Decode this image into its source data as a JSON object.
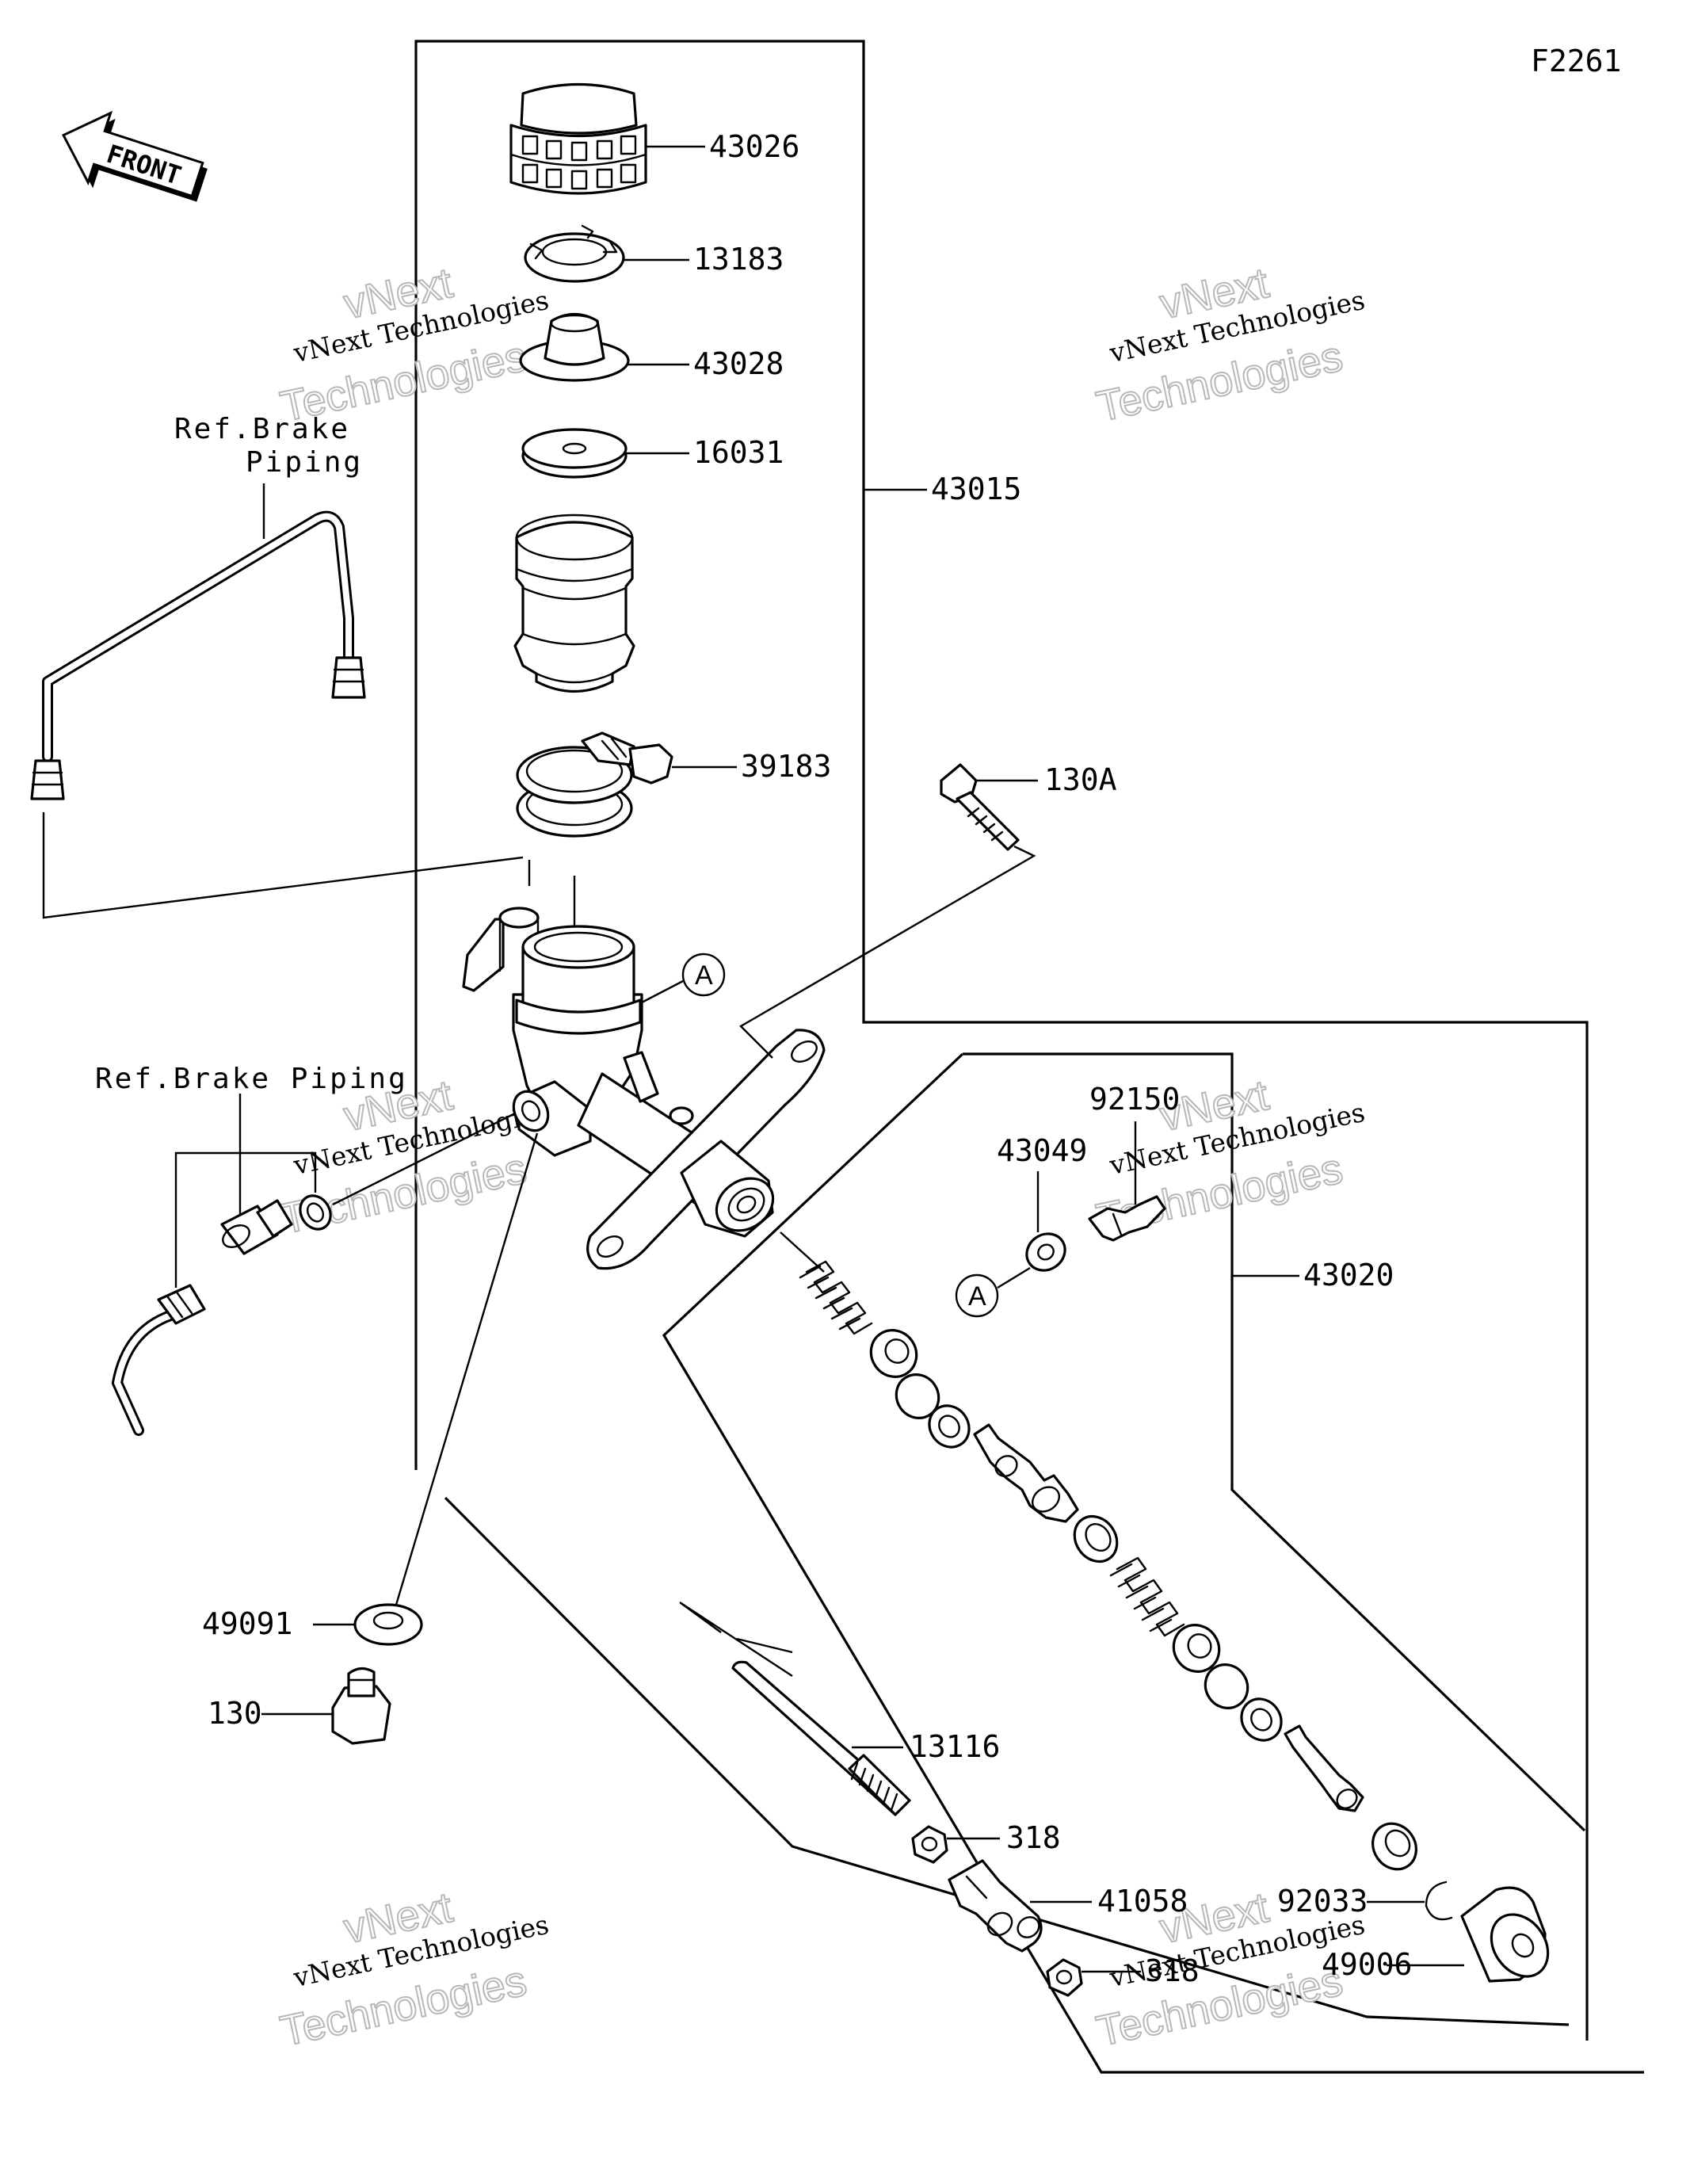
{
  "figure_code": "F2261",
  "front_arrow": "FRONT",
  "ref_notes": {
    "upper_line1": "Ref.Brake",
    "upper_line2": "Piping",
    "lower": "Ref.Brake Piping"
  },
  "ref_marker": "A",
  "watermark": {
    "line1": "vNext",
    "line2": "vNext Technologies",
    "line3": "Technologies"
  },
  "parts": {
    "p43026": "43026",
    "p13183": "13183",
    "p43028": "43028",
    "p16031": "16031",
    "p43015": "43015",
    "p39183": "39183",
    "p130A": "130A",
    "p92150": "92150",
    "p43049": "43049",
    "p43020": "43020",
    "p49091": "49091",
    "p130": "130",
    "p13116": "13116",
    "p318a": "318",
    "p41058": "41058",
    "p318b": "318",
    "p92033": "92033",
    "p49006": "49006"
  }
}
